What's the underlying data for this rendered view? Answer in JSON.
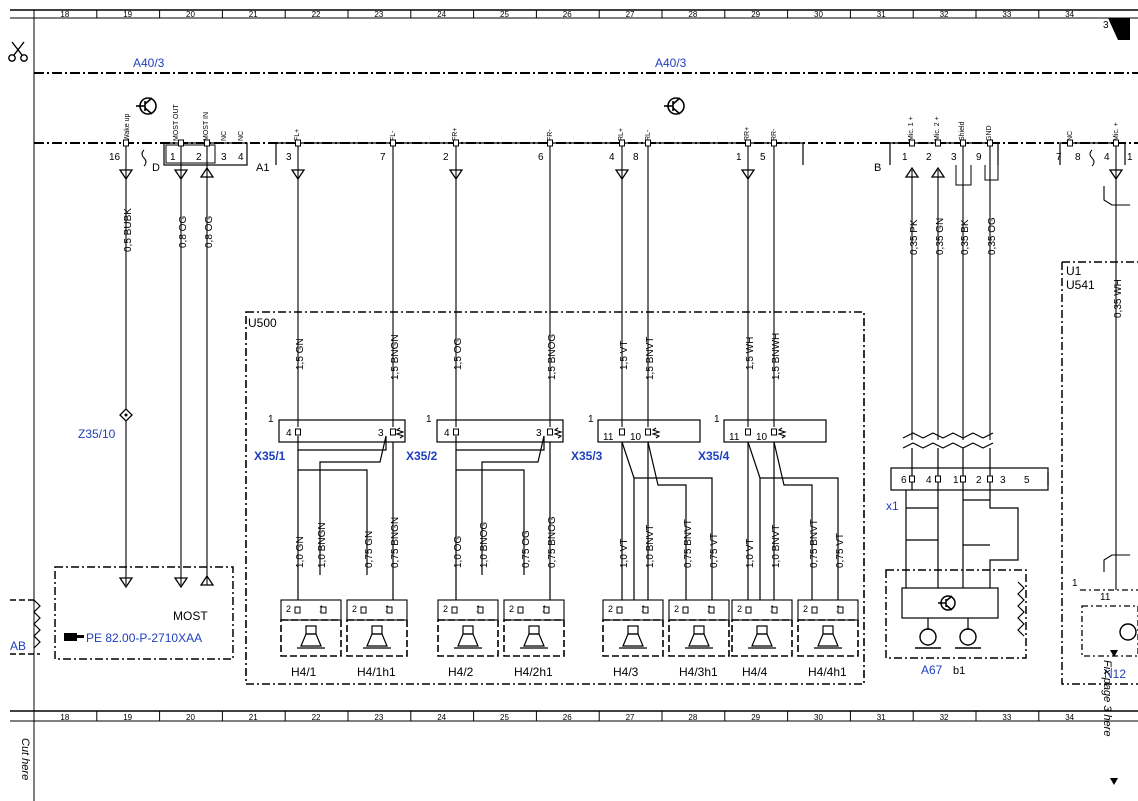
{
  "ruler": {
    "numbers": [
      "18",
      "19",
      "20",
      "21",
      "22",
      "23",
      "24",
      "25",
      "26",
      "27",
      "28",
      "29",
      "30",
      "31",
      "32",
      "33",
      "34"
    ],
    "corner": "3"
  },
  "bus_labels": {
    "left": "A40/3",
    "right": "A40/3"
  },
  "connector_names": {
    "d": "D",
    "a1": "A1",
    "b": "B"
  },
  "pins_top": {
    "wake_up": "Wake up",
    "most_out": "MOST OUT",
    "most_in": "MOST IN",
    "nc1": "NC",
    "nc2": "NC",
    "fl_plus": "FL+",
    "fl_minus": "FL-",
    "fr_plus": "FR+",
    "fr_minus": "FR-",
    "rl_plus": "RL+",
    "rl_minus": "RL-",
    "rr_plus": "RR+",
    "rr_minus": "RR-",
    "mic1": "Mic. 1 +",
    "mic2": "Mic. 2 +",
    "shield": "Shield",
    "gnd": "GND",
    "nc3": "NC",
    "mic_plus": "Mic. +"
  },
  "pin_numbers": {
    "p16": "16",
    "p1": "1",
    "p2": "2",
    "p3": "3",
    "p4": "4",
    "a1_3": "3",
    "a1_7": "7",
    "a1_2": "2",
    "a1_6": "6",
    "a1_4": "4",
    "a1_8": "8",
    "a1_1": "1",
    "a1_5": "5",
    "b_1": "1",
    "b_2": "2",
    "b_3": "3",
    "b_9": "9",
    "r_7": "7",
    "r_8": "8",
    "r_4": "4",
    "r_1": "1"
  },
  "wires_upper": {
    "w1": "0,5 BUBK",
    "w2": "0,8 OG",
    "w3": "0,8 OG",
    "m1": "0,35 PK",
    "m2": "0,35 GN",
    "m3": "0,35 BK",
    "m4": "0,35 OG",
    "u541": "0,35 WH"
  },
  "wires_mid": {
    "a": "1,5 GN",
    "b": "1,5 BNGN",
    "c": "1,5 OG",
    "d": "1,5 BNOG",
    "e": "1,5 VT",
    "f": "1,5 BNVT",
    "g": "1,5 WH",
    "h": "1,5 BNWH"
  },
  "wires_low": {
    "a": "1,0 GN",
    "b": "1,0 BNGN",
    "c": "0,75 GN",
    "d": "0,75 BNGN",
    "e": "1,0 OG",
    "f": "1,0 BNOG",
    "g": "0,75 OG",
    "h": "0,75 BNOG",
    "i": "1,0 VT",
    "j": "1,0 BNVT",
    "k": "0,75 BNVT",
    "l": "0,75 VT",
    "m": "1,0 VT",
    "n": "1,0 BNVT",
    "o": "0,75 BNVT",
    "p": "0,75 VT"
  },
  "labels": {
    "u500": "U500",
    "u1": "U1",
    "u541": "U541",
    "z35": "Z35/10",
    "x35_1": "X35/1",
    "x35_2": "X35/2",
    "x35_3": "X35/3",
    "x35_4": "X35/4",
    "x1": "x1",
    "a67": "A67",
    "b1": "b1",
    "ab": "AB",
    "most": "MOST",
    "pe_ref": "PE 82.00-P-2710XAA",
    "cut_here": "Cut here",
    "fix_page": "Fix page 3 here",
    "n12": "N12",
    "one": "1",
    "num_4": "4",
    "num_3": "3",
    "num_11": "11",
    "num_10": "10",
    "x1_6": "6",
    "x1_4": "4",
    "x1_1": "1",
    "x1_2": "2",
    "x1_3": "3",
    "x1_5": "5"
  },
  "speakers": {
    "s1": "H4/1",
    "s2": "H4/1h1",
    "s3": "H4/2",
    "s4": "H4/2h1",
    "s5": "H4/3",
    "s6": "H4/3h1",
    "s7": "H4/4",
    "s8": "H4/4h1"
  }
}
